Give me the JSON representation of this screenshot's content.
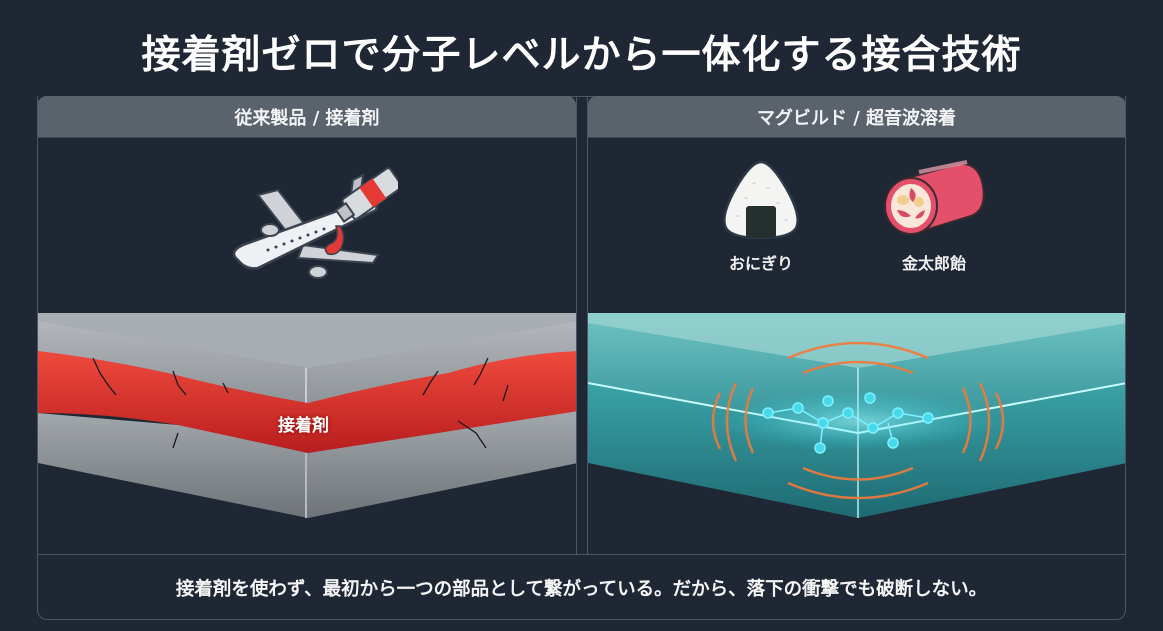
{
  "title": "接着剤ゼロで分子レベルから一体化する接合技術",
  "panels": {
    "left": {
      "header": "従来製品 / 接着剤",
      "icon": "airplane-with-glue-tube-icon",
      "illustration": "cracked-adhesive-layer-between-metal-plates",
      "adhesive_label": "接着剤"
    },
    "right": {
      "header": "マグビルド / 超音波溶着",
      "items": [
        {
          "icon": "onigiri-icon",
          "label": "おにぎり"
        },
        {
          "icon": "kintaro-ame-icon",
          "label": "金太郎飴"
        }
      ],
      "illustration": "ultrasonic-welded-glass-plates-molecular-bond"
    }
  },
  "caption": "接着剤を使わず、最初から一つの部品として繋がっている。だから、落下の衝撃でも破断しない。",
  "colors": {
    "background": "#1f2735",
    "panel_header": "#5a626c",
    "border": "#4b5564",
    "adhesive_red": "#d92b2b",
    "metal_gray": "#9a9fa5",
    "glass_teal": "#2fb3b8",
    "wave_orange": "#f07a3a",
    "molecule_cyan": "#5ff3ff"
  }
}
